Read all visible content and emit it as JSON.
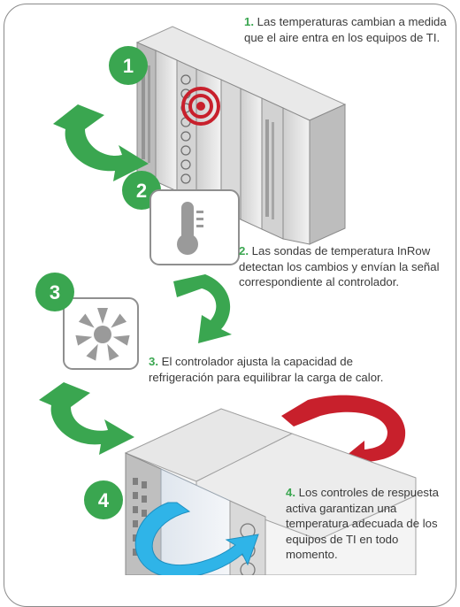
{
  "steps": [
    {
      "number": "1",
      "label": "1.",
      "text": "Las temperaturas cambian a medida que el aire entra en los equipos de TI."
    },
    {
      "number": "2",
      "label": "2.",
      "text": "Las sondas de temperatura InRow detectan los cambios y envían la señal correspondiente al controlador."
    },
    {
      "number": "3",
      "label": "3.",
      "text": "El controlador ajusta la capacidad de refrigeración para equilibrar la carga de calor."
    },
    {
      "number": "4",
      "label": "4.",
      "text": "Los controles de respuesta activa garantizan una temperatura adecuada de los equipos de TI en todo momento."
    }
  ],
  "colors": {
    "green": "#3aa650",
    "red": "#c8202c",
    "blue": "#2fb4e8",
    "gray_panel": "#8f8f8f",
    "text": "#3a3a3a"
  },
  "icons": [
    "thermometer-icon",
    "fan-icon",
    "target-icon"
  ]
}
